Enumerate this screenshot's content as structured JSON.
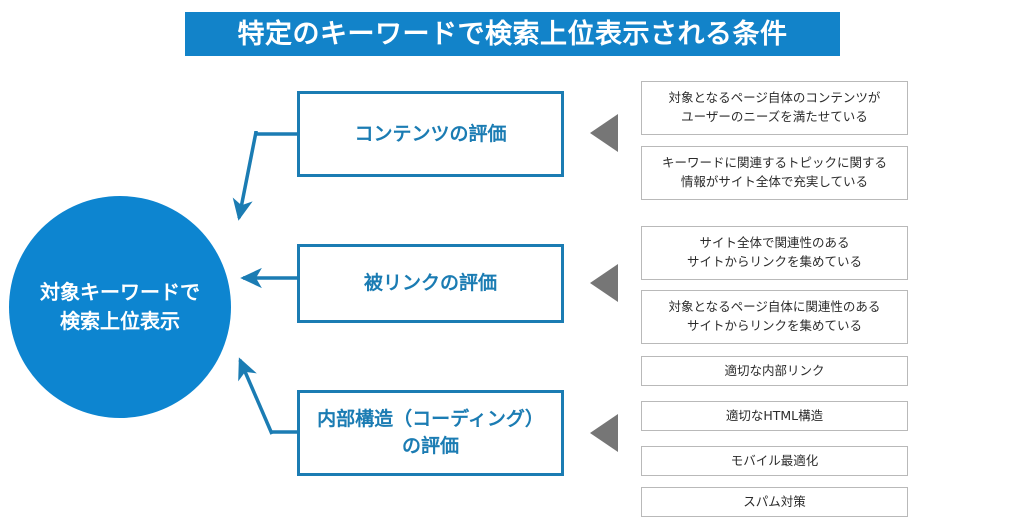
{
  "title": {
    "text": "特定のキーワードで検索上位表示される条件",
    "bg_color": "#1283c9",
    "text_color": "#ffffff"
  },
  "center": {
    "lines": [
      "対象キーワードで",
      "検索上位表示"
    ],
    "bg_color": "#0d85d0",
    "text_color": "#ffffff"
  },
  "categories": [
    {
      "lines": [
        "コンテンツの評価"
      ],
      "border_color": "#1b7cb3",
      "text_color": "#1b7cb3"
    },
    {
      "lines": [
        "被リンクの評価"
      ],
      "border_color": "#1b7cb3",
      "text_color": "#1b7cb3"
    },
    {
      "lines": [
        "内部構造（コーディング）",
        "の評価"
      ],
      "border_color": "#1b7cb3",
      "text_color": "#1b7cb3"
    }
  ],
  "markers": [
    {
      "icon": "triangle-left-icon",
      "color": "#767676"
    },
    {
      "icon": "triangle-left-icon",
      "color": "#767676"
    },
    {
      "icon": "triangle-left-icon",
      "color": "#767676"
    }
  ],
  "details": [
    {
      "group": "コンテンツの評価",
      "lines": [
        "対象となるページ自体のコンテンツが",
        "ユーザーのニーズを満たせている"
      ]
    },
    {
      "group": "コンテンツの評価",
      "lines": [
        "キーワードに関連するトピックに関する",
        "情報がサイト全体で充実している"
      ]
    },
    {
      "group": "被リンクの評価",
      "lines": [
        "サイト全体で関連性のある",
        "サイトからリンクを集めている"
      ]
    },
    {
      "group": "被リンクの評価",
      "lines": [
        "対象となるページ自体に関連性のある",
        "サイトからリンクを集めている"
      ]
    },
    {
      "group": "内部構造（コーディング）の評価",
      "lines": [
        "適切な内部リンク"
      ]
    },
    {
      "group": "内部構造（コーディング）の評価",
      "lines": [
        "適切なHTML構造"
      ]
    },
    {
      "group": "内部構造（コーディング）の評価",
      "lines": [
        "モバイル最適化"
      ]
    },
    {
      "group": "内部構造（コーディング）の評価",
      "lines": [
        "スパム対策"
      ]
    }
  ],
  "arrows": [
    {
      "from": "コンテンツの評価",
      "to": "対象キーワードで検索上位表示",
      "color": "#1b7cb3",
      "style": "elbow-diagonal"
    },
    {
      "from": "被リンクの評価",
      "to": "対象キーワードで検索上位表示",
      "color": "#1b7cb3",
      "style": "straight-horizontal"
    },
    {
      "from": "内部構造（コーディング）の評価",
      "to": "対象キーワードで検索上位表示",
      "color": "#1b7cb3",
      "style": "elbow-diagonal"
    }
  ]
}
